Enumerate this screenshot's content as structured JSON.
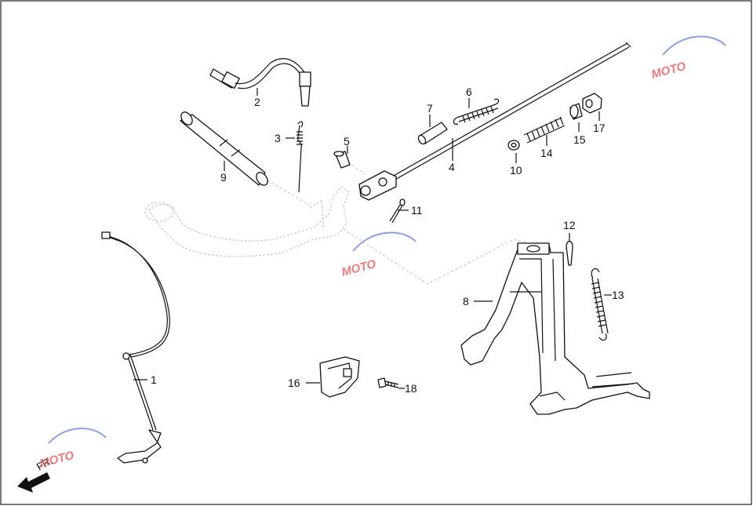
{
  "callouts": {
    "c1": "1",
    "c2": "2",
    "c3": "3",
    "c4": "4",
    "c5": "5",
    "c6": "6",
    "c7": "7",
    "c8": "8",
    "c9": "9",
    "c10": "10",
    "c11": "11",
    "c12": "12",
    "c13": "13",
    "c14": "14",
    "c15": "15",
    "c16": "16",
    "c17": "17",
    "c18": "18"
  },
  "direction": {
    "label": "FR."
  },
  "watermark": {
    "text": "MOTO",
    "colors": {
      "red": "#e05050",
      "blue": "#6a7fd0"
    }
  }
}
